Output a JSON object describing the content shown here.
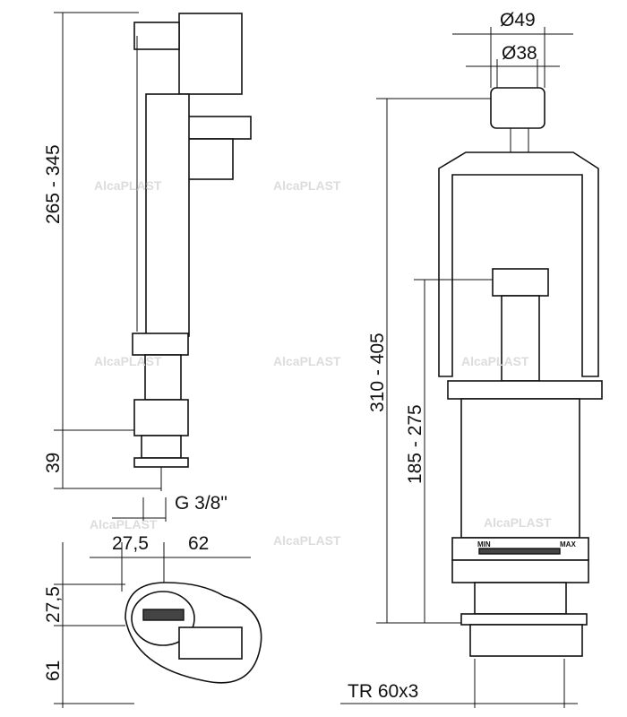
{
  "watermark": "AlcaPLAST",
  "fill_valve": {
    "height_range": "265 - 345",
    "thread_length": "39",
    "thread": "G 3/8\"",
    "width_left": "27,5",
    "width_right": "62",
    "depth_top": "27,5",
    "depth_bottom": "61"
  },
  "flush_valve": {
    "button_outer_diameter": "Ø49",
    "button_inner_diameter": "Ø38",
    "height_range": "310 - 405",
    "overflow_range": "185 - 275",
    "thread": "TR 60x3",
    "scale_min": "MIN",
    "scale_max": "MAX"
  }
}
